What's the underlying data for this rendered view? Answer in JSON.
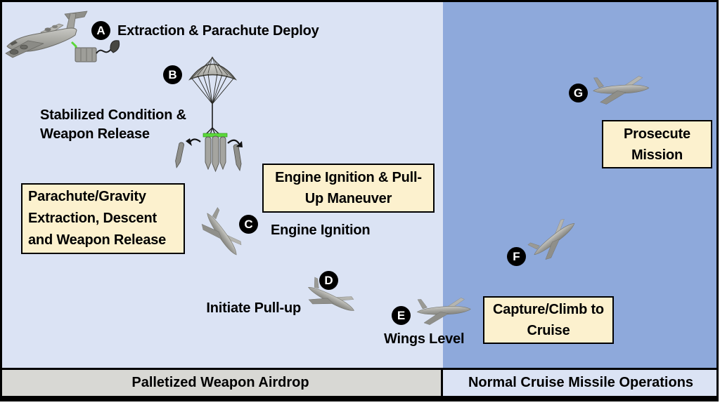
{
  "steps": [
    {
      "letter": "A",
      "caption": "Extraction & Parachute Deploy"
    },
    {
      "letter": "B",
      "caption_lines": [
        "Stabilized Condition &",
        "Weapon Release"
      ]
    },
    {
      "letter": "C",
      "caption": "Engine Ignition"
    },
    {
      "letter": "D",
      "caption": "Initiate Pull-up"
    },
    {
      "letter": "E",
      "caption": "Wings Level"
    },
    {
      "letter": "F"
    },
    {
      "letter": "G"
    }
  ],
  "callouts": [
    {
      "lines": [
        "Parachute/Gravity",
        "Extraction, Descent",
        "and Weapon Release"
      ]
    },
    {
      "lines": [
        "Engine Ignition & Pull-",
        "Up Maneuver"
      ]
    },
    {
      "lines": [
        "Capture/Climb to",
        "Cruise"
      ]
    },
    {
      "lines": [
        "Prosecute",
        "Mission"
      ]
    }
  ],
  "footer": {
    "left": "Palletized Weapon Airdrop",
    "right": "Normal Cruise Missile Operations"
  },
  "icons": [
    "cargo-aircraft-icon",
    "drogue-parachute-icon",
    "parachute-pallet-icon",
    "cruise-missile-icon"
  ],
  "colors": {
    "bg_left": "#dbe3f4",
    "bg_right": "#8ea9db",
    "callout_bg": "#fcf1ce",
    "callout_border": "#000000",
    "bar_left_bg": "#d8d8d4",
    "bar_right_bg": "#dbe3f4",
    "badge_bg": "#000000",
    "badge_fg": "#ffffff",
    "text": "#000000",
    "extraction_line": "#5bd83a",
    "hardware_gray": "#a5a5a0"
  }
}
